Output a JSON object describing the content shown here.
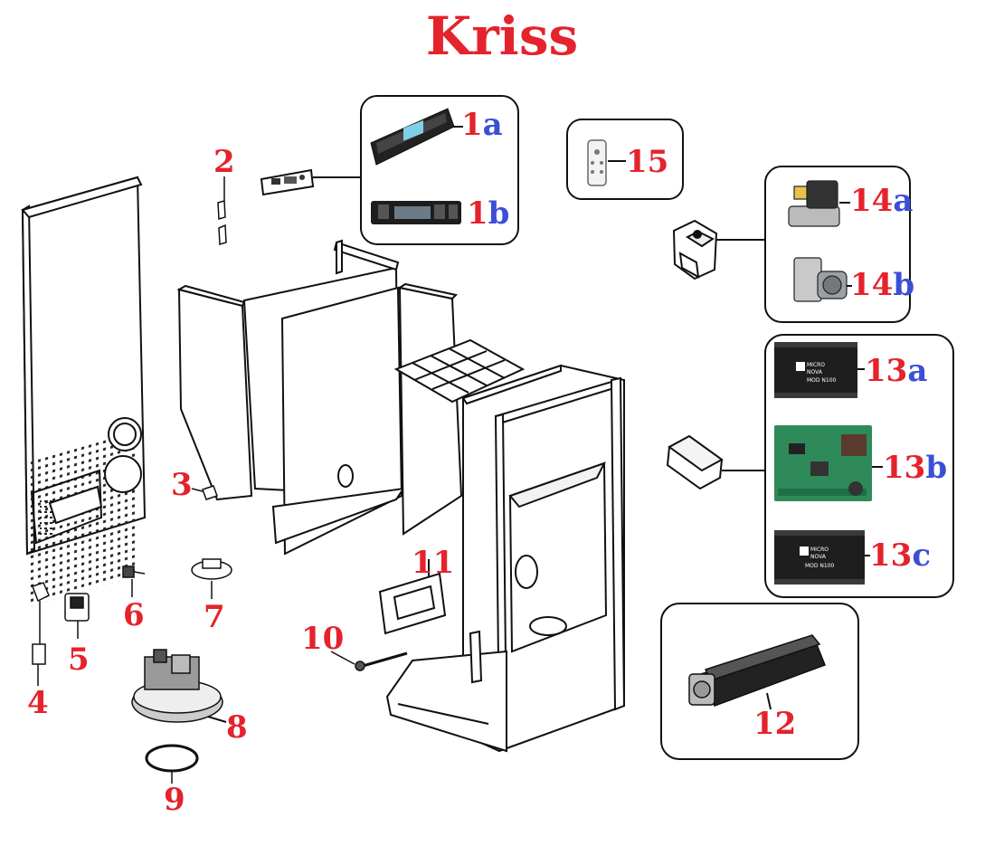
{
  "title": "Kriss",
  "labels": {
    "p1a_num": "1",
    "p1a_sfx": "a",
    "p1b_num": "1",
    "p1b_sfx": "b",
    "p2": "2",
    "p3": "3",
    "p4": "4",
    "p5": "5",
    "p6": "6",
    "p7": "7",
    "p8": "8",
    "p9": "9",
    "p10": "10",
    "p11": "11",
    "p12": "12",
    "p13a_num": "13",
    "p13a_sfx": "a",
    "p13b_num": "13",
    "p13b_sfx": "b",
    "p13c_num": "13",
    "p13c_sfx": "c",
    "p14a_num": "14",
    "p14a_sfx": "a",
    "p14b_num": "14",
    "p14b_sfx": "b",
    "p15": "15"
  },
  "board_text": {
    "micro": "MICRO",
    "nova": "NOVA",
    "model_a": "MOD N100",
    "model_c": "MOD N100"
  },
  "colors": {
    "label_number": "#e4232c",
    "label_suffix": "#3b4fd6",
    "outline": "#111111"
  }
}
